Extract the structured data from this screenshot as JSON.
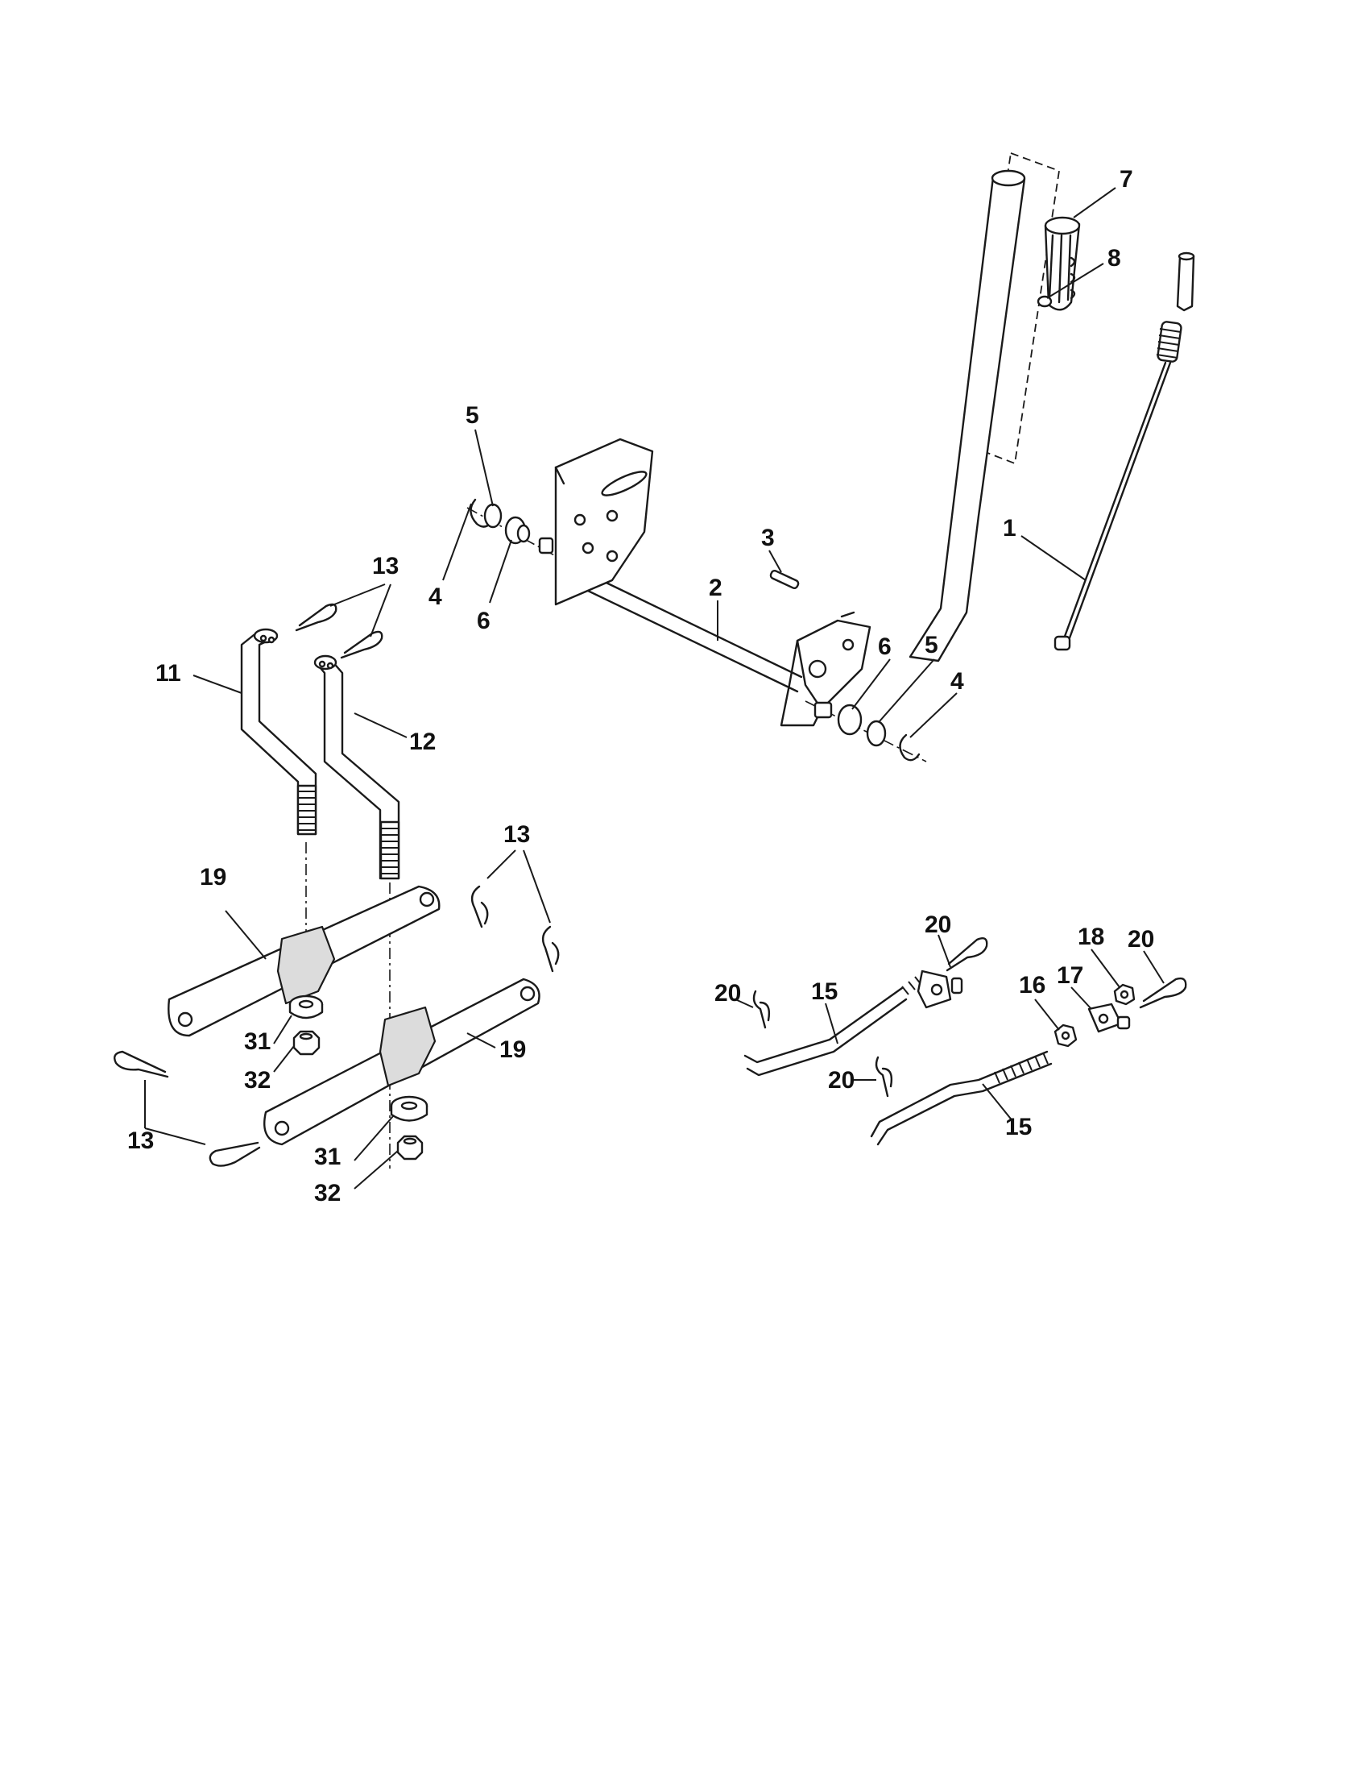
{
  "callouts": {
    "c1": "1",
    "c2": "2",
    "c3": "3",
    "c4a": "4",
    "c4b": "4",
    "c5a": "5",
    "c5b": "5",
    "c6a": "6",
    "c6b": "6",
    "c7": "7",
    "c8": "8",
    "c11": "11",
    "c12": "12",
    "c13a": "13",
    "c13b": "13",
    "c13c": "13",
    "c15a": "15",
    "c15b": "15",
    "c16": "16",
    "c17": "17",
    "c18": "18",
    "c19a": "19",
    "c19b": "19",
    "c20a": "20",
    "c20b": "20",
    "c20c": "20",
    "c20d": "20",
    "c31a": "31",
    "c31b": "31",
    "c32a": "32",
    "c32b": "32"
  }
}
